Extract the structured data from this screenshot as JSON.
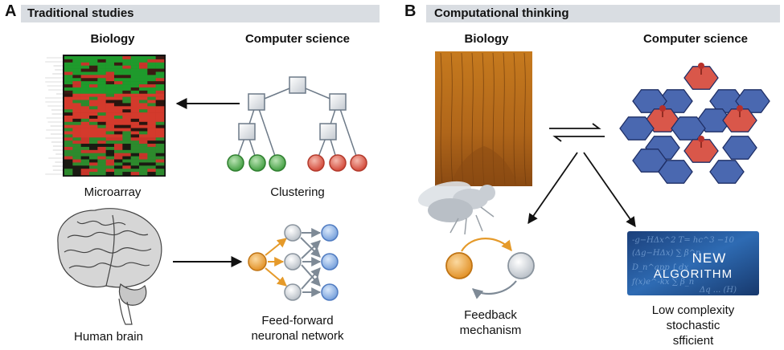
{
  "panel_a": {
    "letter": "A",
    "title": "Traditional studies",
    "col_biology": "Biology",
    "col_cs": "Computer science",
    "microarray": "Microarray",
    "clustering": "Clustering",
    "brain": "Human brain",
    "network": "Feed-forward\nneuronal network"
  },
  "panel_b": {
    "letter": "B",
    "title": "Computational thinking",
    "col_biology": "Biology",
    "col_cs": "Computer science",
    "feedback": "Feedback\nmechanism",
    "algo_line1": "NEW",
    "algo_line2": "ALGORITHM",
    "algo_caption": "Low complexity\nstochastic\nsfficient"
  },
  "colors": {
    "bar": "#d9dde2",
    "green": "#3a9a3a",
    "red": "#d9473a",
    "blue": "#4f7bc1",
    "hex_blue": "#4a68b0",
    "hex_red": "#d9574a",
    "orange": "#e59a2a",
    "gray": "#aeb5bd"
  }
}
